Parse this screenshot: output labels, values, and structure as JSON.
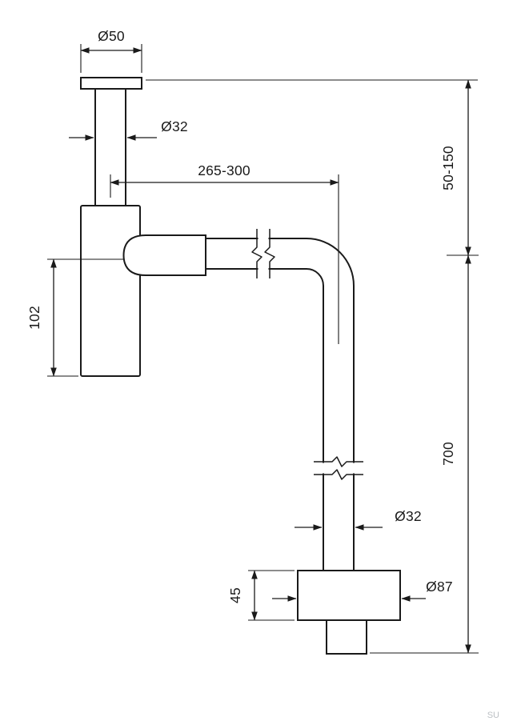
{
  "diagram": {
    "type": "technical-drawing-siphon-bottle-trap",
    "dimensions": {
      "flange_diameter": "Ø50",
      "inlet_pipe_diameter": "Ø32",
      "horizontal_reach": "265-300",
      "inlet_height_range": "50-150",
      "trap_body_height": "102",
      "vertical_drop": "700",
      "outlet_pipe_diameter": "Ø32",
      "rosette_depth": "45",
      "rosette_diameter": "Ø87"
    },
    "watermark": "SU",
    "colors": {
      "line": "#1a1a1a",
      "background": "#ffffff",
      "watermark": "#bcc0c4"
    }
  }
}
